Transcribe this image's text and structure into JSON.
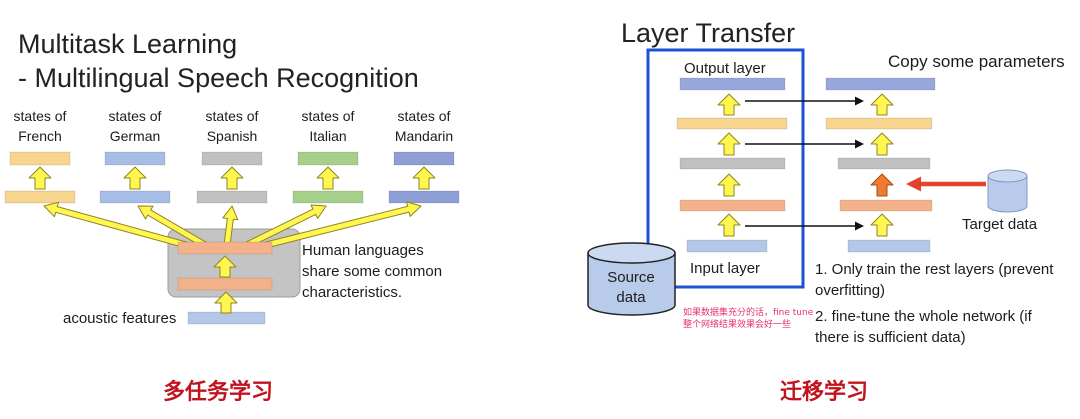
{
  "left_panel": {
    "title": [
      "Multitask Learning",
      "- Multilingual Speech Recognition"
    ],
    "tasks": [
      {
        "line1": "states of",
        "line2": "French"
      },
      {
        "line1": "states of",
        "line2": "German"
      },
      {
        "line1": "states of",
        "line2": "Spanish"
      },
      {
        "line1": "states of",
        "line2": "Italian"
      },
      {
        "line1": "states of",
        "line2": "Mandarin"
      }
    ],
    "shared_note": [
      "Human languages",
      "share some common",
      "characteristics."
    ],
    "input_label": "acoustic features",
    "caption": "多任务学习"
  },
  "right_panel": {
    "title": "Layer Transfer",
    "output_layer_label": "Output layer",
    "input_layer_label": "Input layer",
    "source_data": [
      "Source",
      "data"
    ],
    "copy_label": "Copy some parameters",
    "target_data": "Target data",
    "annotation_cn": [
      "如果数据集充分的话，fine tune",
      "整个网络结果效果会好一些"
    ],
    "option_1": [
      "1. Only train the rest layers (prevent",
      "overfitting)"
    ],
    "option_2": [
      "2. fine-tune the whole network (if",
      "there is sufficient data)"
    ],
    "caption": "迁移学习"
  },
  "colors": {
    "yellow_layer": "#F8D58F",
    "german_layer": "#A6BDE5",
    "gray_layer": "#C0C0C0",
    "green_layer": "#A7CF8C",
    "mandarin_layer": "#8E9ED6",
    "salmon_layer": "#F4B28A",
    "input_layer": "#B4C7E7",
    "output_layer": "#99A8DC",
    "shared_box": "#C4C4C4",
    "frame_blue": "#1C52D6",
    "up_arrow": "#FFF650",
    "trainable_arrow": "#EE7B2E",
    "target_arrow": "#E2432A",
    "copy_arrow": "#111111",
    "database": "#B8CBEA",
    "caption_red": "#C0141E",
    "annotation_red": "#E8336D"
  }
}
